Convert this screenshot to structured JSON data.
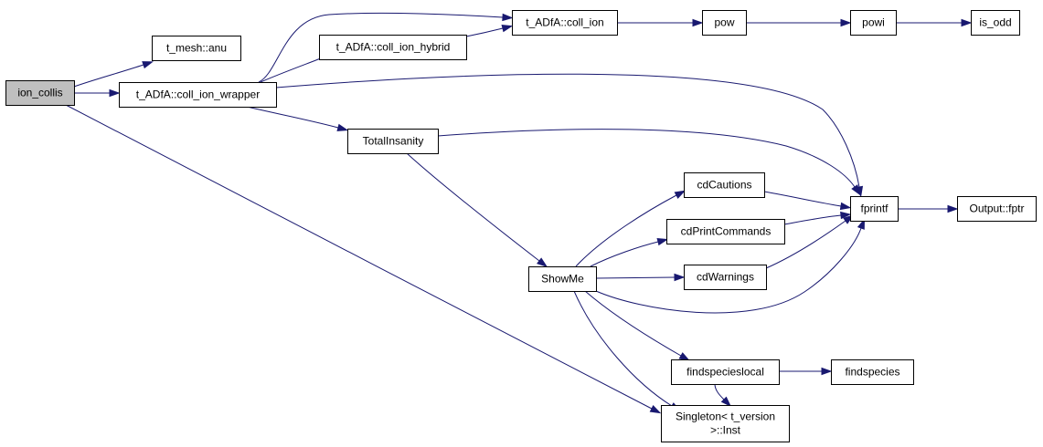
{
  "colors": {
    "edge": "#191970",
    "root_fill": "#bfbfbf",
    "node_fill": "#ffffff",
    "node_border": "#000000"
  },
  "nodes": {
    "ion_collis": {
      "lines": [
        "ion_collis"
      ],
      "root": true
    },
    "t_mesh_anu": {
      "lines": [
        "t_mesh::anu"
      ]
    },
    "coll_ion_wrapper": {
      "lines": [
        "t_ADfA::coll_ion_wrapper"
      ]
    },
    "coll_ion_hybrid": {
      "lines": [
        "t_ADfA::coll_ion_hybrid"
      ]
    },
    "coll_ion": {
      "lines": [
        "t_ADfA::coll_ion"
      ]
    },
    "pow": {
      "lines": [
        "pow"
      ]
    },
    "powi": {
      "lines": [
        "powi"
      ]
    },
    "is_odd": {
      "lines": [
        "is_odd"
      ]
    },
    "TotalInsanity": {
      "lines": [
        "TotalInsanity"
      ]
    },
    "fprintf": {
      "lines": [
        "fprintf"
      ]
    },
    "Output_fptr": {
      "lines": [
        "Output::fptr"
      ]
    },
    "ShowMe": {
      "lines": [
        "ShowMe"
      ]
    },
    "cdCautions": {
      "lines": [
        "cdCautions"
      ]
    },
    "cdPrintCommands": {
      "lines": [
        "cdPrintCommands"
      ]
    },
    "cdWarnings": {
      "lines": [
        "cdWarnings"
      ]
    },
    "findspecieslocal": {
      "lines": [
        "findspecieslocal"
      ]
    },
    "findspecies": {
      "lines": [
        "findspecies"
      ]
    },
    "Singleton_Inst": {
      "lines": [
        "Singleton< t_version",
        ">::Inst"
      ]
    }
  },
  "edges": [
    [
      "ion_collis",
      "t_mesh_anu"
    ],
    [
      "ion_collis",
      "coll_ion_wrapper"
    ],
    [
      "ion_collis",
      "Singleton_Inst"
    ],
    [
      "coll_ion_wrapper",
      "coll_ion"
    ],
    [
      "coll_ion_wrapper",
      "coll_ion_hybrid"
    ],
    [
      "coll_ion_wrapper",
      "fprintf"
    ],
    [
      "coll_ion_wrapper",
      "TotalInsanity"
    ],
    [
      "coll_ion_hybrid",
      "coll_ion"
    ],
    [
      "coll_ion",
      "pow"
    ],
    [
      "pow",
      "powi"
    ],
    [
      "powi",
      "is_odd"
    ],
    [
      "TotalInsanity",
      "fprintf"
    ],
    [
      "TotalInsanity",
      "ShowMe"
    ],
    [
      "ShowMe",
      "cdCautions"
    ],
    [
      "ShowMe",
      "cdPrintCommands"
    ],
    [
      "ShowMe",
      "cdWarnings"
    ],
    [
      "ShowMe",
      "fprintf"
    ],
    [
      "ShowMe",
      "findspecieslocal"
    ],
    [
      "ShowMe",
      "Singleton_Inst"
    ],
    [
      "cdCautions",
      "fprintf"
    ],
    [
      "cdPrintCommands",
      "fprintf"
    ],
    [
      "cdWarnings",
      "fprintf"
    ],
    [
      "fprintf",
      "Output_fptr"
    ],
    [
      "findspecieslocal",
      "findspecies"
    ],
    [
      "findspecieslocal",
      "Singleton_Inst"
    ]
  ]
}
